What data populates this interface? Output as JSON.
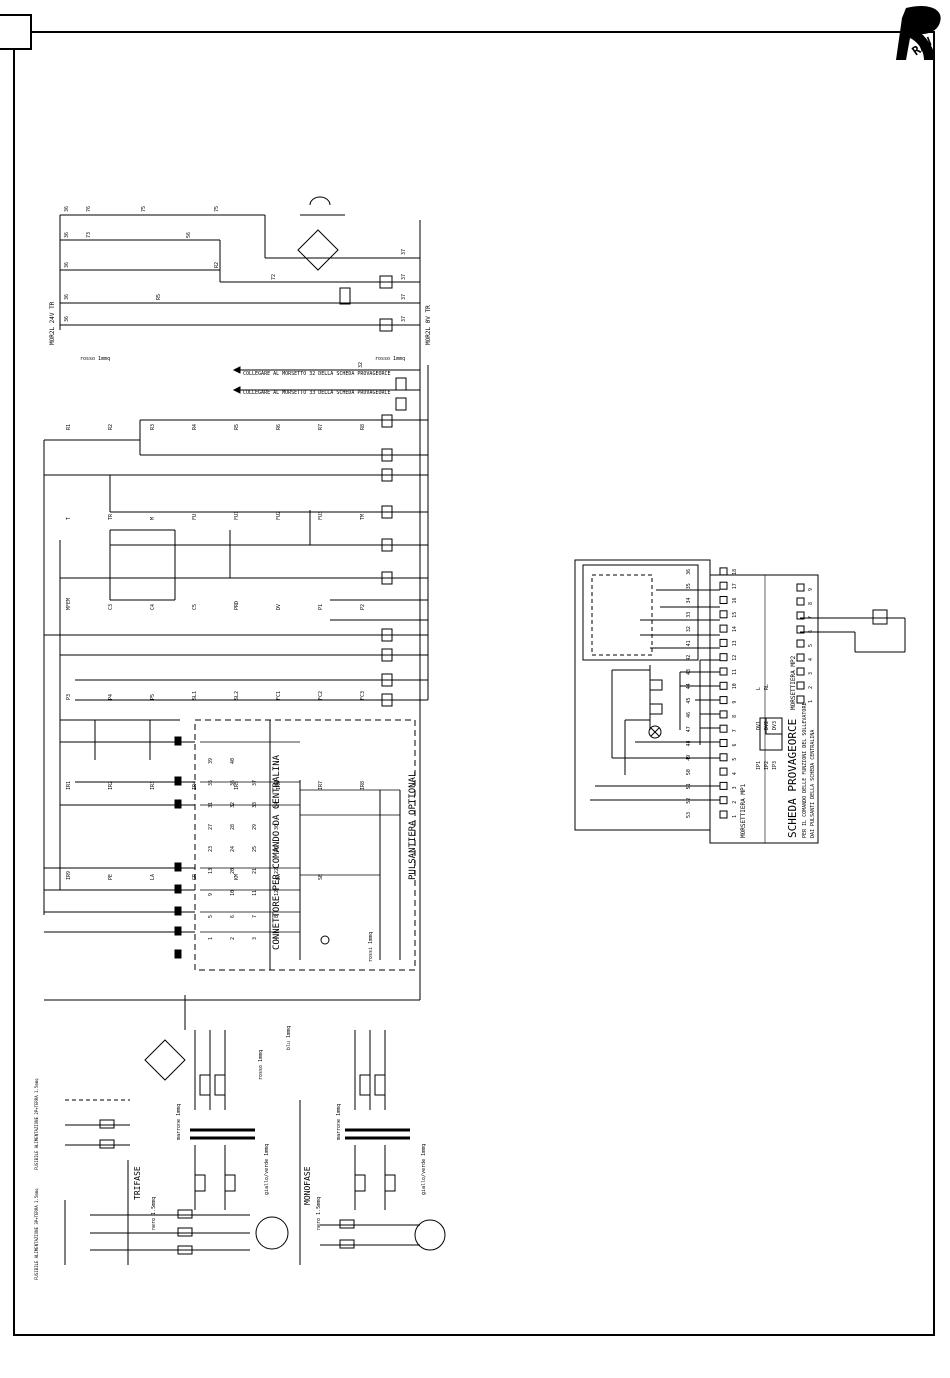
{
  "logo": {
    "text": "RAV"
  },
  "main_diagram": {
    "labels": {
      "connettore": "CONNETTORE PER COMANDO DA CENTRALINA",
      "pulsantiera": "PULSANTIERA OPTIONAL",
      "trifase": "TRIFASE",
      "monofase": "MONOFASE",
      "collegare_1": "COLLEGARE AL MORSETTO 32 DELLA SCHEDA PROVAGEORCE",
      "collegare_2": "COLLEGARE AL MORSETTO 33 DELLA SCHEDA PROVAGEORCE",
      "mor_24v": "MOR2L 24V TR",
      "mor_0v": "MOR2L 0V TR",
      "rosso_1": "rosso 1mmq",
      "rosso_2": "rosso 1mmq",
      "blu": "blu 1mmq",
      "rossi": "rossi 1mmq",
      "nero_trifase": "nero 1.5mmq",
      "nero_monofase": "nero 1.5mmq",
      "giallo_verde_1": "giallo/verde 1mmq",
      "giallo_verde_2": "giallo/verde 1mmq",
      "marrone_1": "marrone 1mmq",
      "marrone_2": "marrone 1mmq",
      "rosso_rd": "rosso 1mmq",
      "fus_tabella": "FUSIBILE ALIMENTAZIONE 3P+TERRA 1.5mmq",
      "fus_tabella_2": "FUSIBILE ALIMENTAZIONE 2P+TERRA 1.5mmq"
    },
    "wire_numbers_top": [
      "36",
      "76",
      "75",
      "75",
      "36",
      "73",
      "56",
      "36",
      "R2",
      "72",
      "36",
      "R5",
      "36",
      "37",
      "37",
      "37",
      "37",
      "32"
    ],
    "component_ids": [
      "R1",
      "R2",
      "R3",
      "R4",
      "R5",
      "R6",
      "R7",
      "R8",
      "T",
      "TR",
      "M",
      "FU",
      "FU1",
      "FU2",
      "FU3",
      "TM",
      "MFEM",
      "C3",
      "C4",
      "C5",
      "PRD",
      "DV",
      "P1",
      "P2",
      "P3",
      "P4",
      "P5",
      "SL1",
      "SL2",
      "FC1",
      "FC2",
      "FC3",
      "IR1",
      "IR2",
      "IR3",
      "IR4",
      "IR5",
      "IR6",
      "IR7",
      "IR8",
      "IR9",
      "PE",
      "LA",
      "GR",
      "KM",
      "DA",
      "SE"
    ],
    "terminal_numbers": [
      "1",
      "2",
      "3",
      "4",
      "5",
      "6",
      "7",
      "8",
      "9",
      "10",
      "11",
      "12",
      "13",
      "20",
      "21",
      "22",
      "23",
      "24",
      "25",
      "26",
      "27",
      "28",
      "29",
      "30",
      "31",
      "32",
      "33",
      "34",
      "35",
      "36",
      "37",
      "38",
      "39",
      "40"
    ]
  },
  "right_diagram": {
    "title": "SCHEDA PROVAGEORCE",
    "subtitle_1": "PER IL COMANDO DELLE FUNZIONI DEL SOLLEVATORE",
    "subtitle_2": "DAI PULSANTI DELLA SCHEDA CENTRALINA",
    "morsettiera_1": "MORSETTIERA MP1",
    "morsettiera_2": "MORSETTIERA MP2",
    "terminal_labels": [
      "1",
      "2",
      "3",
      "4",
      "5",
      "6",
      "7",
      "8",
      "9",
      "10",
      "11",
      "12",
      "13",
      "14",
      "15",
      "16",
      "17",
      "18"
    ],
    "wire_labels": [
      "53",
      "52",
      "51",
      "50",
      "49",
      "48",
      "47",
      "46",
      "45",
      "44",
      "43",
      "42",
      "41",
      "32",
      "33",
      "34",
      "35",
      "36"
    ],
    "mp2_terminals": [
      "1",
      "2",
      "3",
      "4",
      "5",
      "6",
      "7",
      "8",
      "9"
    ],
    "misc_labels": [
      "IP1",
      "IP2",
      "IP3",
      "DV1",
      "DV2",
      "DV3",
      "L",
      "RL"
    ]
  }
}
